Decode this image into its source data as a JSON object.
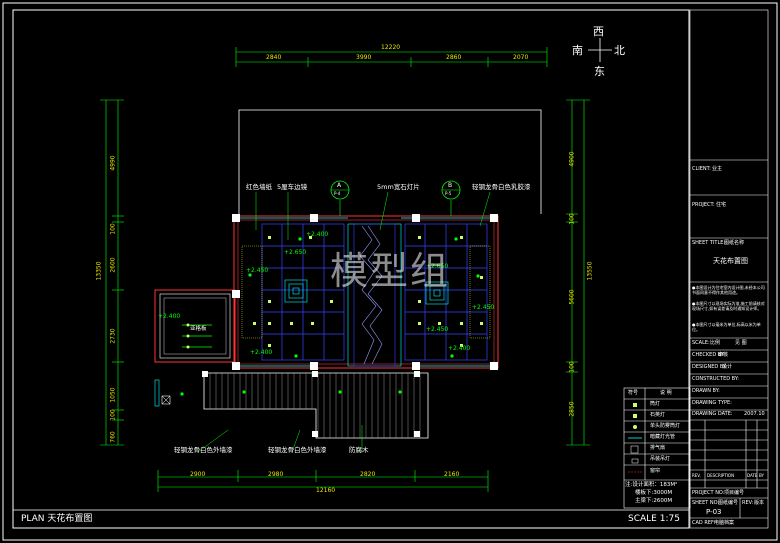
{
  "drawing": {
    "title": "PLAN 天花布置图",
    "scale": "SCALE 1:75",
    "watermark": "模型组",
    "compass": {
      "west": "西",
      "south": "南",
      "north": "北",
      "east": "东"
    }
  },
  "dimensions": {
    "top_total": "12220",
    "top_segments": [
      "2840",
      "3990",
      "2860",
      "2070"
    ],
    "bottom_total": "12160",
    "bottom_segments": [
      "2900",
      "2980",
      "2820",
      "2160"
    ],
    "left_total": "13350",
    "left_segments": [
      "4990",
      "100",
      "2600",
      "2730",
      "1050",
      "100",
      "760"
    ],
    "right_total": "13550",
    "right_segments": [
      "4900",
      "100",
      "5600",
      "100",
      "2850"
    ]
  },
  "annotations": {
    "top": [
      "红色墙纸",
      "5厘车边镜",
      "5mm宽石灯片",
      "轻钢龙骨白色乳胶漆"
    ],
    "bottom": [
      "轻钢龙骨白色外墙漆",
      "轻钢龙骨白色外墙漆",
      "防腐木"
    ],
    "left_room_tag": "亚格板",
    "section_marks": [
      {
        "letter": "A",
        "sheet": "P-4"
      },
      {
        "letter": "B",
        "sheet": "P-5"
      }
    ]
  },
  "levels": [
    "+2.400",
    "+2.650",
    "+2.450",
    "+2.400",
    "+2.650",
    "+2.450",
    "+2.400",
    "+2.450",
    "+2.400"
  ],
  "legend": {
    "header_symbol": "符号",
    "header_desc": "说 明",
    "rows": [
      "筒灯",
      "石英灯",
      "单头防雾筒灯",
      "暗藏灯光管",
      "排气扇",
      "吊装吊灯",
      "窗帘"
    ],
    "notes": [
      "注:设计面积：183M²",
      "楼板下:3000M",
      "主梁下:2600M"
    ]
  },
  "title_block": {
    "client_label": "CLIENT:",
    "client_value": "业主",
    "project_label": "PROJECT:",
    "project_value": "住宅",
    "sheet_title_label": "SHEET TITLE:",
    "sheet_title_value": "图纸名称",
    "sheet_title_main": "天花布置图",
    "notes": [
      "●本图设计为住宅室内设计图,未经本公司书面同意不得作其他用途。",
      "●本图尺寸以现场实际为准,施工前请核对现场尺寸,如有误差请及时通知设计师。",
      "●本图尺寸以毫米为单位,标高以米为单位。"
    ],
    "scale_label": "SCALE:",
    "scale_value": "比例",
    "scale_value2": "见 图",
    "checked_label": "CHECKED BY:",
    "checked_value": "审核",
    "designed_label": "DESIGNED BY:",
    "designed_value": "设计",
    "construct_label": "CONSTRUCTED BY:",
    "drawn_label": "DRAWN BY:",
    "drawing_type_label": "DRAWING TYPE:",
    "drawing_date_label": "DRAWING DATE:",
    "drawing_date_value": "2007.10",
    "rev_headers": [
      "REV.",
      "DESCRIPTION",
      "DATE",
      "BY"
    ],
    "project_no_label": "PROJECT NO:",
    "project_no_value": "项目编号",
    "sheet_no_label": "SHEET NO:",
    "sheet_no_value": "图纸编号",
    "rev_label": "REV:",
    "rev_value": "版本",
    "sheet_no_big": "P-03",
    "cad_ref_label": "CAD REF:",
    "cad_ref_value": "电脑档案"
  },
  "colors": {
    "background": "#000000",
    "frame": "#ffffff",
    "dimension": "#e8e800",
    "wall": "#ff3333",
    "ceiling_grid": "#3344ff",
    "level_mark": "#00ff00",
    "light_fixture": "#ccff66",
    "cyan_detail": "#00ffff"
  }
}
